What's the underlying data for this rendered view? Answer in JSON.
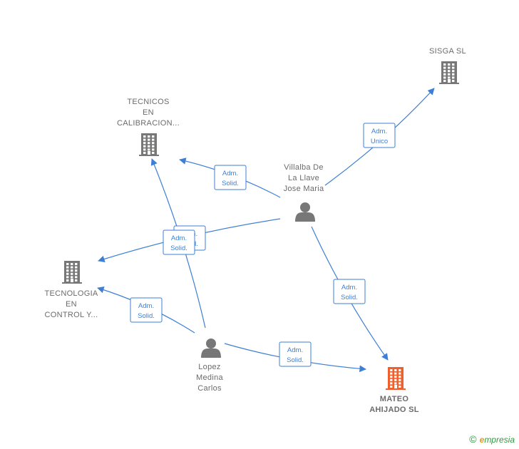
{
  "nodes": [
    {
      "id": "tecnicos",
      "type": "company",
      "label": "TECNICOS\nEN\nCALIBRACION...",
      "highlight": false
    },
    {
      "id": "sisga",
      "type": "company",
      "label": "SISGA SL",
      "highlight": false
    },
    {
      "id": "tecnologia",
      "type": "company",
      "label": "TECNOLOGIA\nEN\nCONTROL Y...",
      "highlight": false
    },
    {
      "id": "mateo",
      "type": "company",
      "label": "MATEO\nAHIJADO  SL",
      "highlight": true
    },
    {
      "id": "villalba",
      "type": "person",
      "label": "Villalba De\nLa Llave\nJose Maria",
      "highlight": false
    },
    {
      "id": "lopez",
      "type": "person",
      "label": "Lopez\nMedina\nCarlos",
      "highlight": false
    }
  ],
  "edges": [
    {
      "from": "villalba",
      "to": "sisga",
      "label": [
        "Adm.",
        "Unico"
      ]
    },
    {
      "from": "villalba",
      "to": "tecnicos",
      "label": [
        "Adm.",
        "Solid."
      ]
    },
    {
      "from": "villalba",
      "to": "tecnologia",
      "label": [
        "Adm.",
        "Solid."
      ]
    },
    {
      "from": "villalba",
      "to": "mateo",
      "label": [
        "Adm.",
        "Solid."
      ]
    },
    {
      "from": "lopez",
      "to": "tecnicos",
      "label": [
        "Adm.",
        "Solid."
      ]
    },
    {
      "from": "lopez",
      "to": "tecnologia",
      "label": [
        "Adm.",
        "Solid."
      ]
    },
    {
      "from": "lopez",
      "to": "mateo",
      "label": [
        "Adm.",
        "Solid."
      ]
    }
  ],
  "colors": {
    "edge": "#3d7fd6",
    "company": "#777777",
    "company_highlight": "#f0602e",
    "person": "#777777"
  },
  "brand": {
    "copyright": "©",
    "e": "e",
    "rest": "mpresia"
  }
}
